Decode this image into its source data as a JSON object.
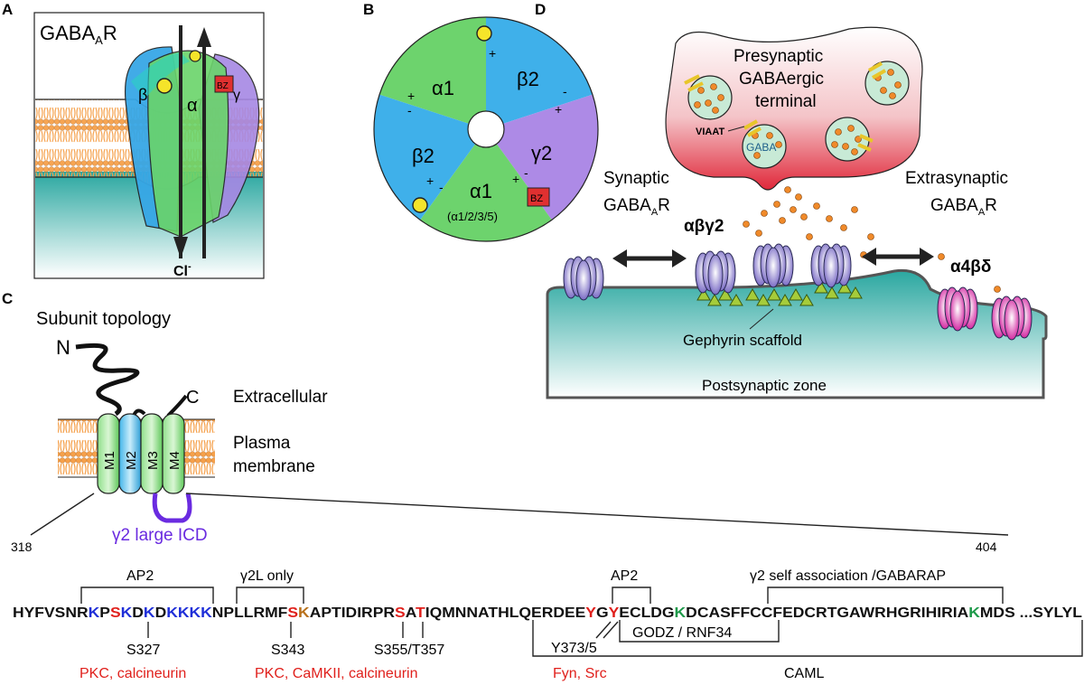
{
  "panels": {
    "a": "A",
    "b": "B",
    "c": "C",
    "d": "D"
  },
  "panel_a": {
    "title_main": "GABA",
    "title_sub": "A",
    "title_end": "R",
    "subunits": {
      "alpha": "α",
      "beta": "β",
      "gamma": "γ"
    },
    "bz": "BZ",
    "ion": "Cl",
    "ion_charge": "-"
  },
  "panel_b": {
    "segments": [
      "α1",
      "β2",
      "γ2",
      "α1",
      "β2"
    ],
    "alpha_variants": "(α1/2/3/5)",
    "bz": "BZ",
    "plus": "+",
    "minus": "-"
  },
  "panel_c": {
    "title": "Subunit topology",
    "n_term": "N",
    "c_term": "C",
    "extracellular": "Extracellular",
    "membrane_line1": "Plasma",
    "membrane_line2": "membrane",
    "tm": [
      "M1",
      "M2",
      "M3",
      "M4"
    ],
    "icd": "γ2 large ICD",
    "start": "318",
    "end": "404",
    "labels": {
      "ap2_a": "AP2",
      "g2l": "γ2L only",
      "ap2_b": "AP2",
      "self": "γ2 self association /GABARAP",
      "s327": "S327",
      "s343": "S343",
      "s355": "S355/T357",
      "y373": "Y373/5",
      "godz": "GODZ / RNF34",
      "caml": "CAML"
    },
    "kinases": {
      "k1": "PKC, calcineurin",
      "k2": "PKC, CaMKII, calcineurin",
      "k3": "Fyn, Src"
    },
    "sequence": [
      {
        "t": "HYFVSNR",
        "c": "#111111"
      },
      {
        "t": "K",
        "c": "#1f2fd8"
      },
      {
        "t": "P",
        "c": "#111111"
      },
      {
        "t": "S",
        "c": "#e0201c"
      },
      {
        "t": "K",
        "c": "#1f2fd8"
      },
      {
        "t": "D",
        "c": "#111111"
      },
      {
        "t": "K",
        "c": "#1f2fd8"
      },
      {
        "t": "D",
        "c": "#111111"
      },
      {
        "t": "KKKK",
        "c": "#1f2fd8"
      },
      {
        "t": "NPLLRMF",
        "c": "#111111"
      },
      {
        "t": "S",
        "c": "#e0201c"
      },
      {
        "t": "K",
        "c": "#b8701a"
      },
      {
        "t": "APTIDIRPR",
        "c": "#111111"
      },
      {
        "t": "S",
        "c": "#e0201c"
      },
      {
        "t": "A",
        "c": "#111111"
      },
      {
        "t": "T",
        "c": "#e0201c"
      },
      {
        "t": "IQMNNATHLQERDEE",
        "c": "#111111"
      },
      {
        "t": "Y",
        "c": "#e0201c"
      },
      {
        "t": "G",
        "c": "#111111"
      },
      {
        "t": "Y",
        "c": "#e0201c"
      },
      {
        "t": "ECLDG",
        "c": "#111111"
      },
      {
        "t": "K",
        "c": "#1e9a4a"
      },
      {
        "t": "DCASFFCCFEDCRTGAWRHGRIHIRIA",
        "c": "#111111"
      },
      {
        "t": "K",
        "c": "#1e9a4a"
      },
      {
        "t": "MDS ...SYLYL",
        "c": "#111111"
      }
    ]
  },
  "panel_d": {
    "pre_line1": "Presynaptic",
    "pre_line2": "GABAergic",
    "pre_line3": "terminal",
    "viaat": "VIAAT",
    "gaba": "GABA",
    "syn_line1": "Synaptic",
    "extra_line1": "Extrasynaptic",
    "gaba_main": "GABA",
    "gaba_sub": "A",
    "gaba_end": "R",
    "abg2": "αβγ2",
    "a4bd": "α4βδ",
    "gephyrin": "Gephyrin scaffold",
    "post": "Postsynaptic zone"
  }
}
